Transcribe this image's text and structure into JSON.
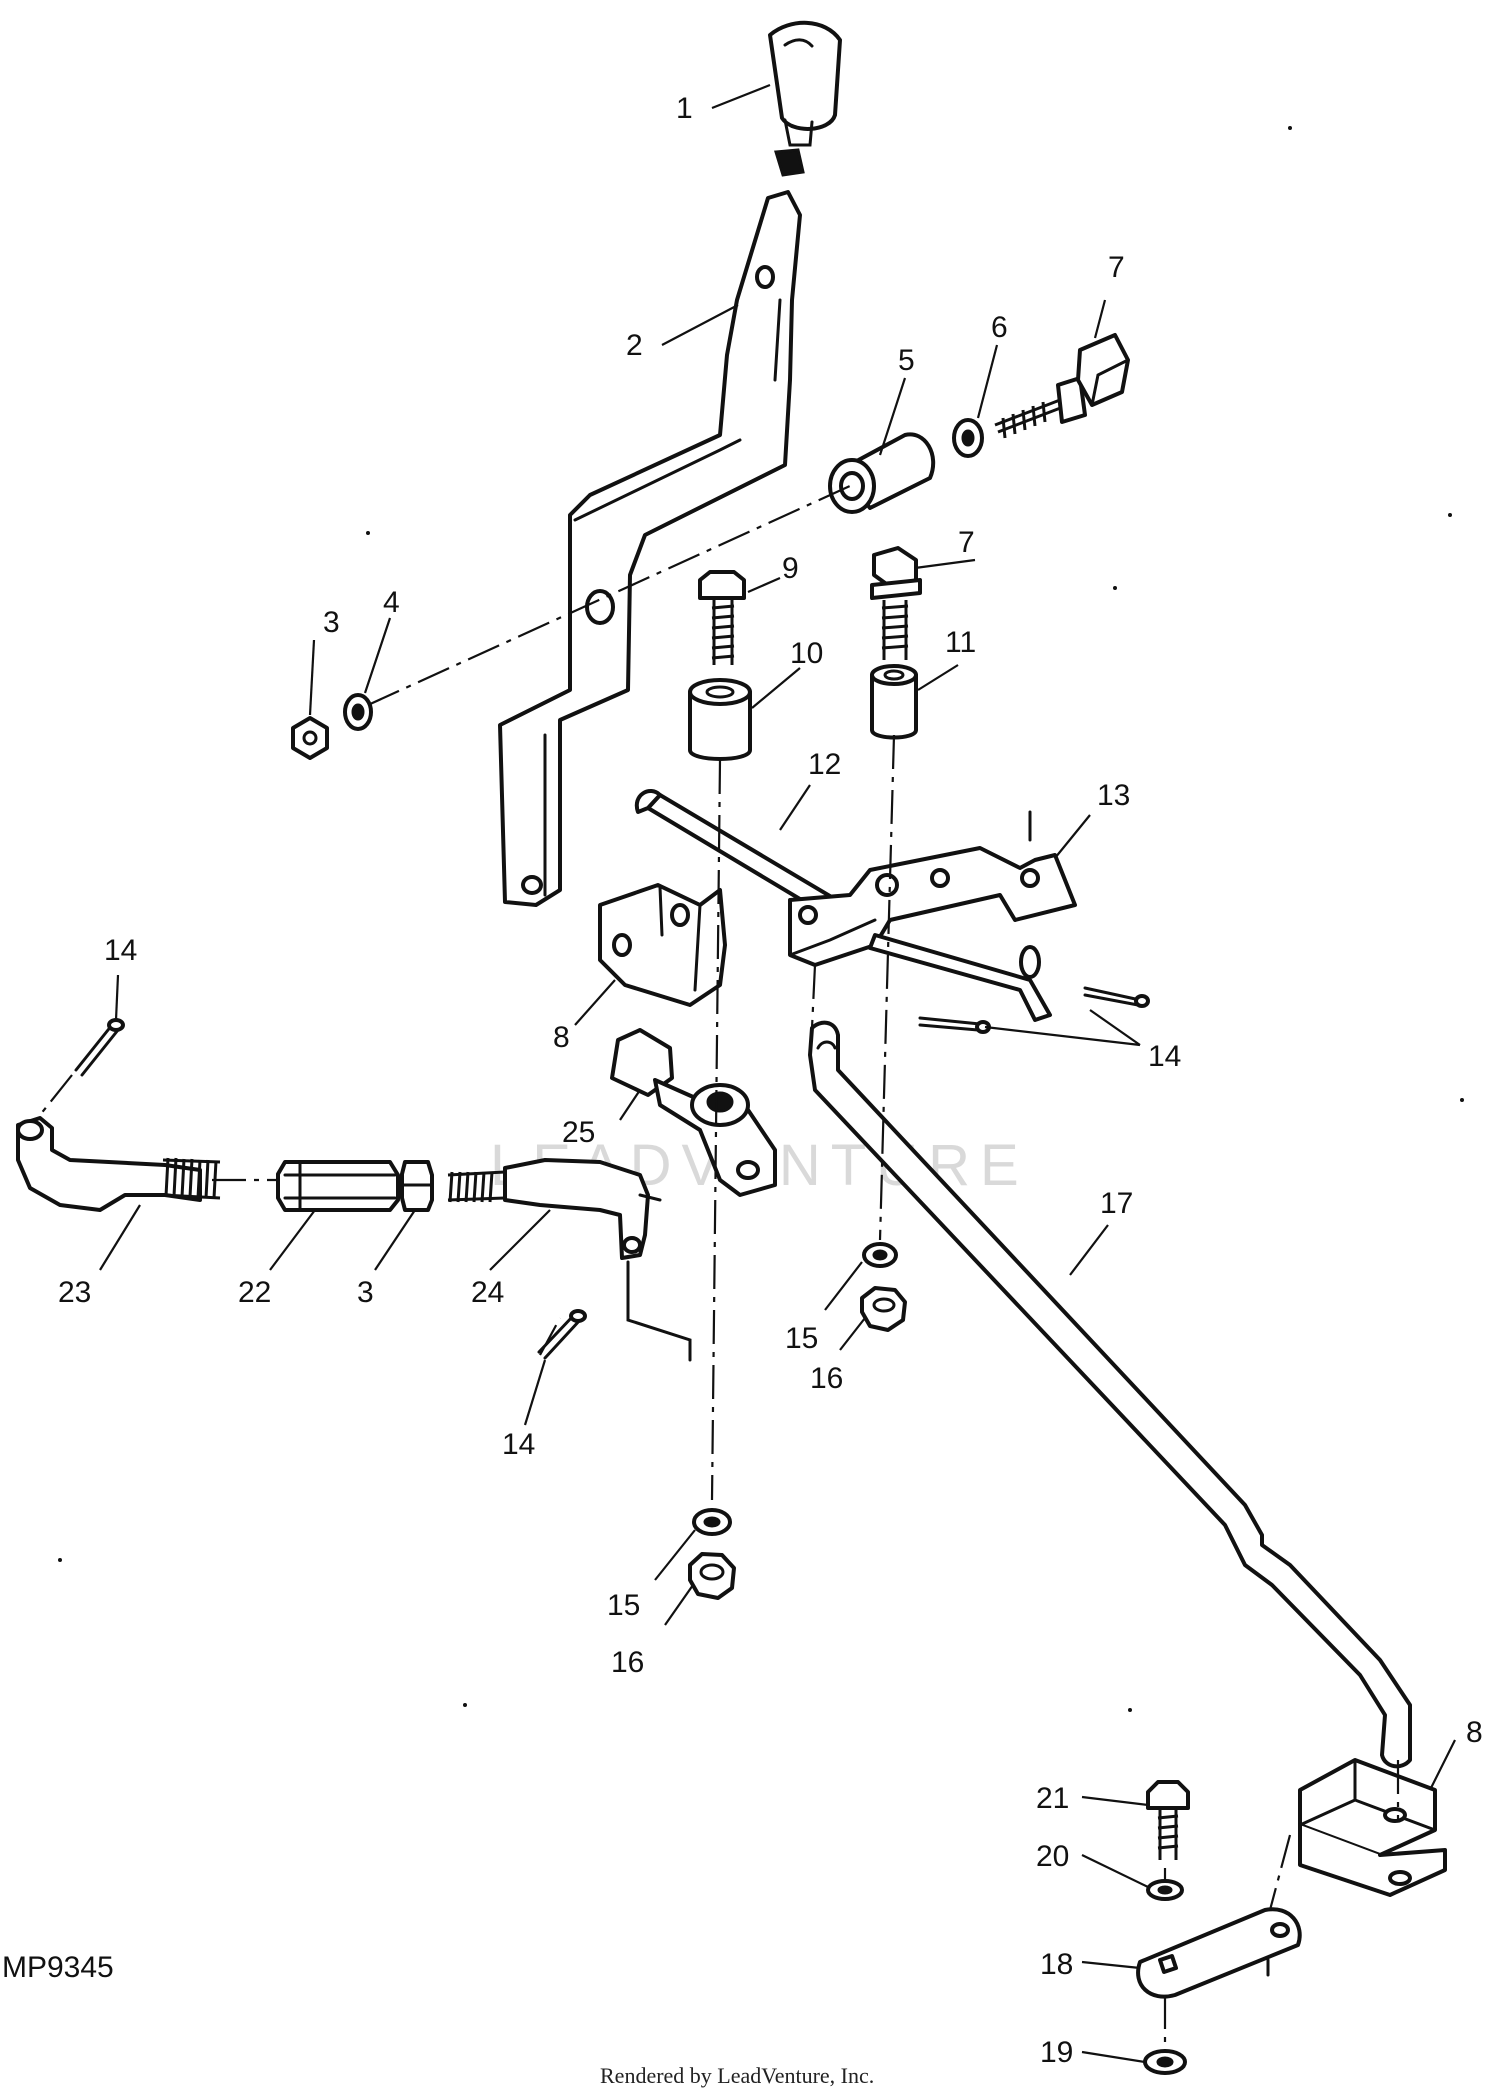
{
  "diagram": {
    "reference_code": "MP9345",
    "footer_text": "Rendered by LeadVenture, Inc.",
    "watermark_text": "LEADVENTURE",
    "callouts": [
      {
        "id": "c1",
        "label": "1"
      },
      {
        "id": "c2",
        "label": "2"
      },
      {
        "id": "c3a",
        "label": "3"
      },
      {
        "id": "c4",
        "label": "4"
      },
      {
        "id": "c5",
        "label": "5"
      },
      {
        "id": "c6",
        "label": "6"
      },
      {
        "id": "c7a",
        "label": "7"
      },
      {
        "id": "c7b",
        "label": "7"
      },
      {
        "id": "c9",
        "label": "9"
      },
      {
        "id": "c10",
        "label": "10"
      },
      {
        "id": "c11",
        "label": "11"
      },
      {
        "id": "c12",
        "label": "12"
      },
      {
        "id": "c13",
        "label": "13"
      },
      {
        "id": "c8a",
        "label": "8"
      },
      {
        "id": "c14a",
        "label": "14"
      },
      {
        "id": "c14b",
        "label": "14"
      },
      {
        "id": "c14c",
        "label": "14"
      },
      {
        "id": "c25",
        "label": "25"
      },
      {
        "id": "c17",
        "label": "17"
      },
      {
        "id": "c23",
        "label": "23"
      },
      {
        "id": "c22",
        "label": "22"
      },
      {
        "id": "c3b",
        "label": "3"
      },
      {
        "id": "c24",
        "label": "24"
      },
      {
        "id": "c15a",
        "label": "15"
      },
      {
        "id": "c16a",
        "label": "16"
      },
      {
        "id": "c15b",
        "label": "15"
      },
      {
        "id": "c16b",
        "label": "16"
      },
      {
        "id": "c8b",
        "label": "8"
      },
      {
        "id": "c21",
        "label": "21"
      },
      {
        "id": "c20",
        "label": "20"
      },
      {
        "id": "c18",
        "label": "18"
      },
      {
        "id": "c19",
        "label": "19"
      }
    ]
  }
}
